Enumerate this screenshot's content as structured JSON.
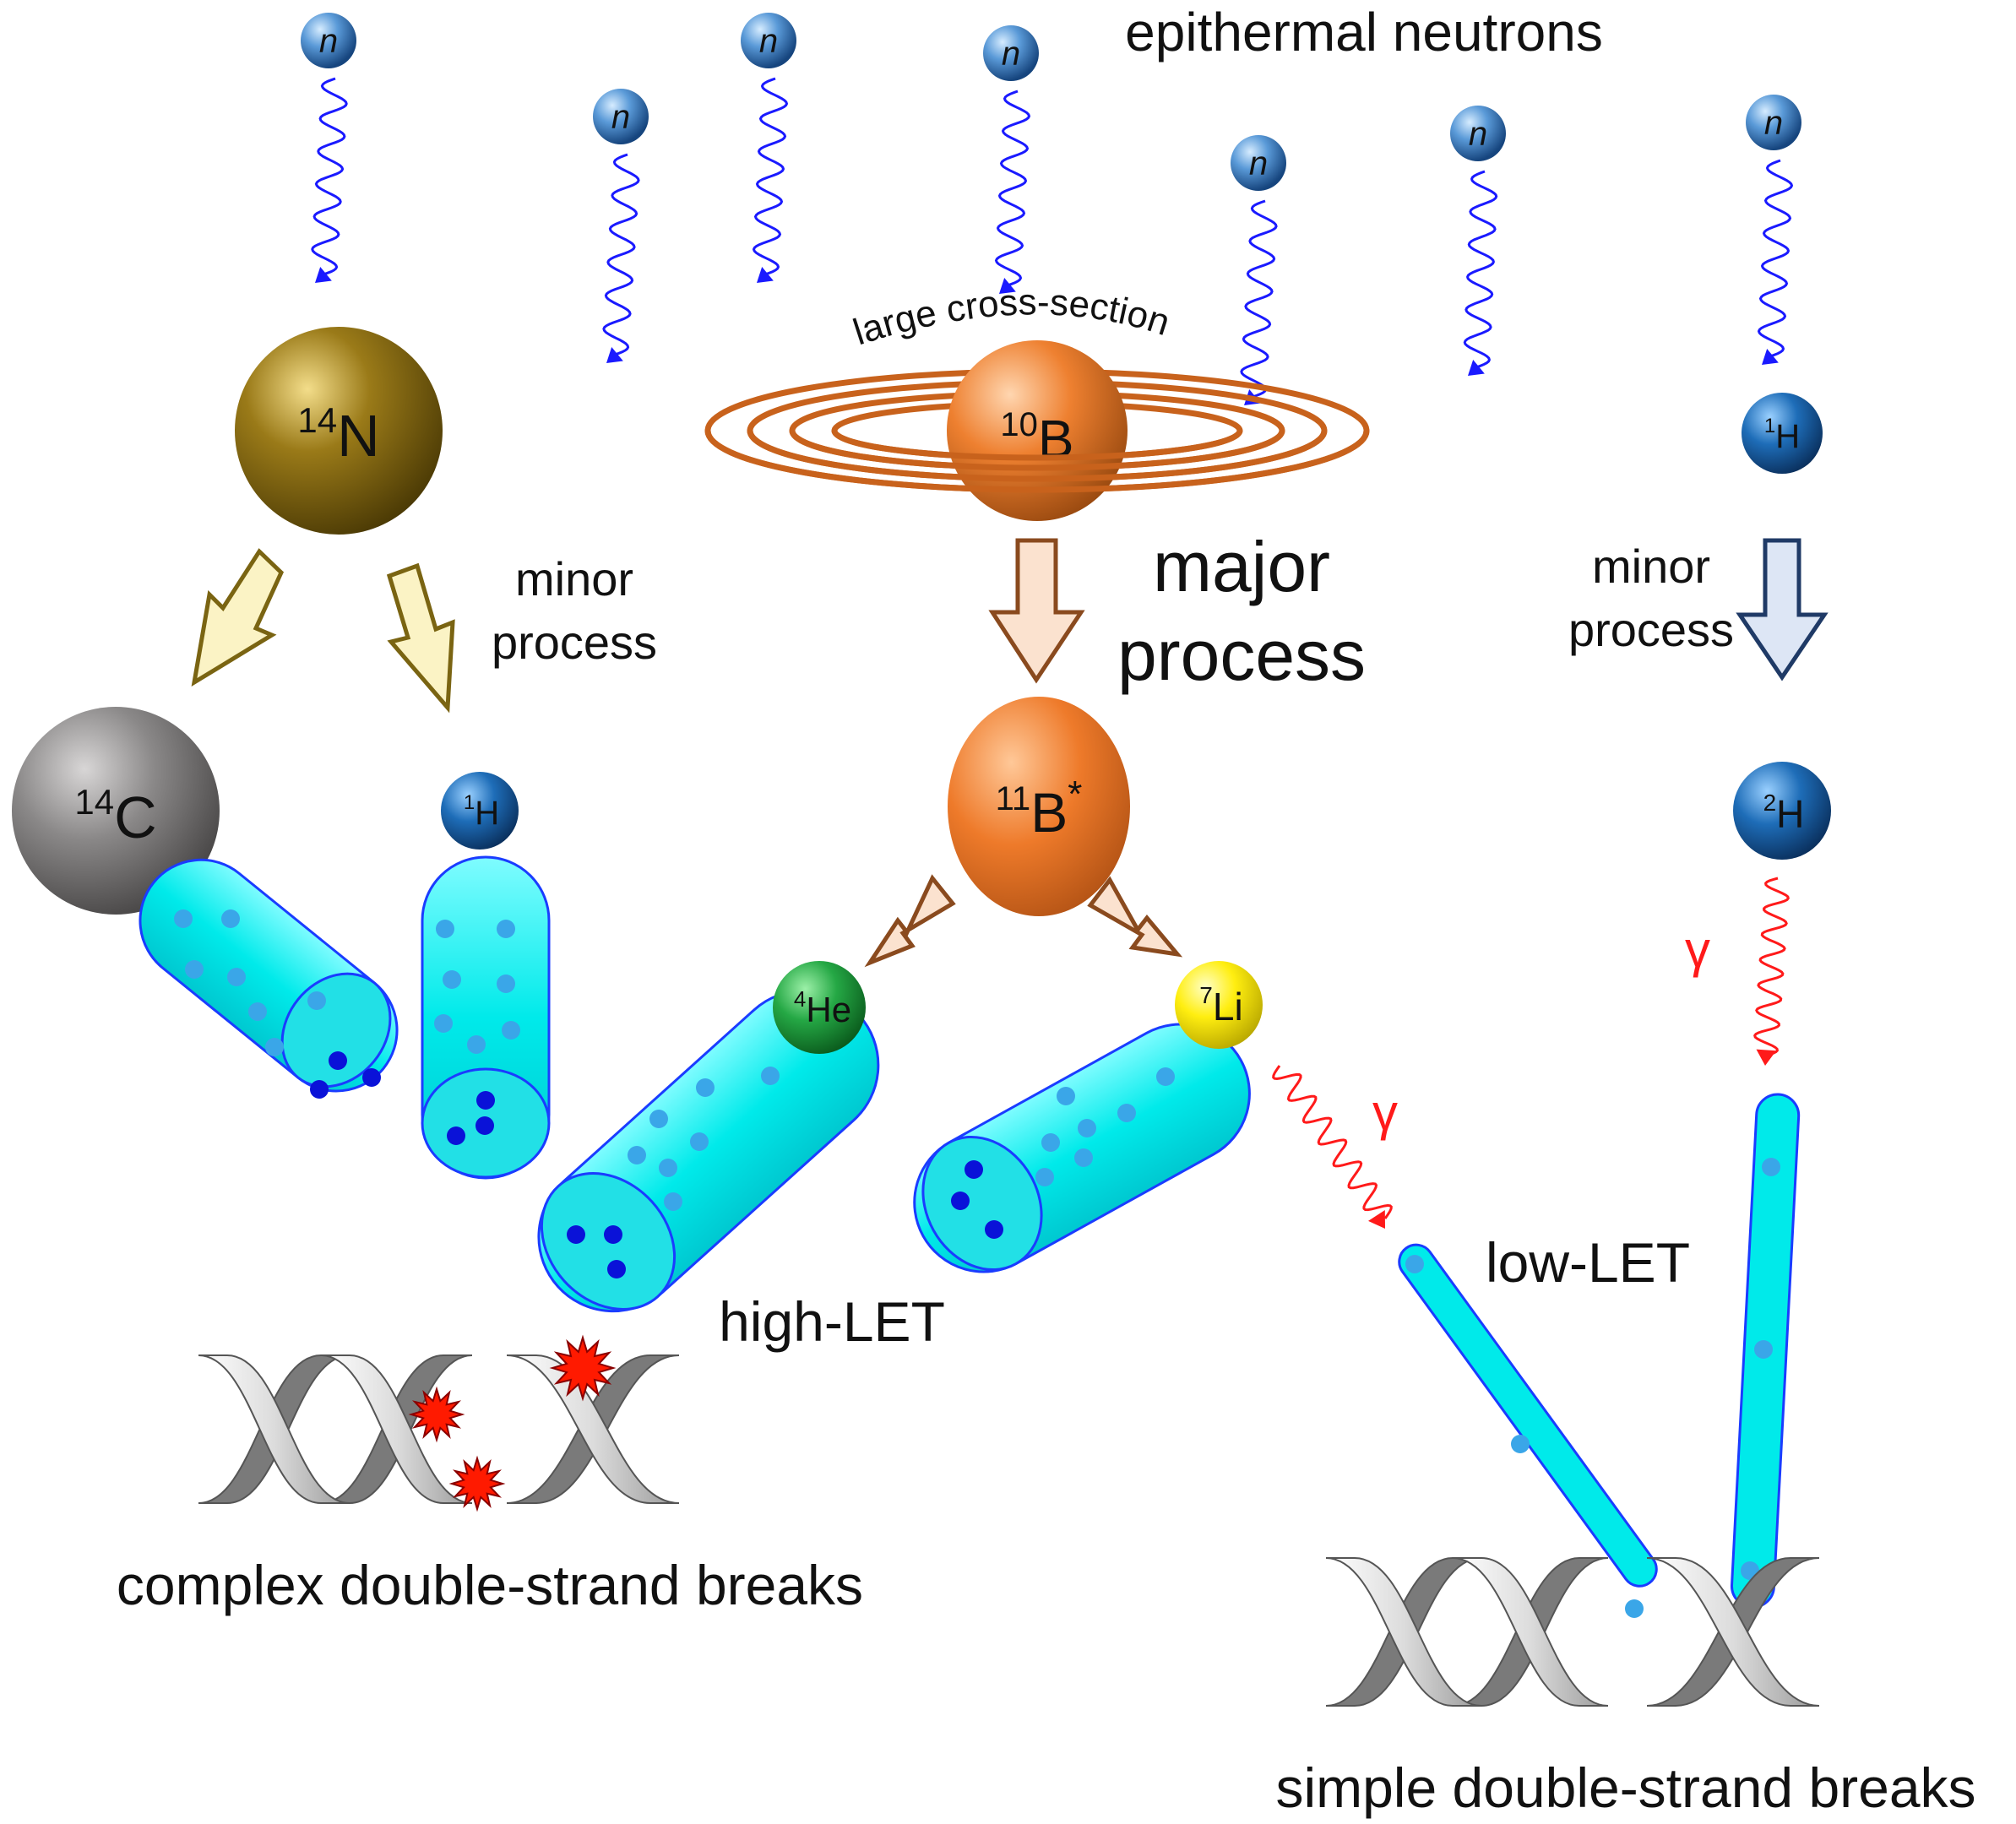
{
  "labels": {
    "epithermal": "epithermal neutrons",
    "cross_section": "large cross-section",
    "major_1": "major",
    "major_2": "process",
    "minor_left_1": "minor",
    "minor_left_2": "process",
    "minor_right_1": "minor",
    "minor_right_2": "process",
    "high_let": "high-LET",
    "low_let": "low-LET",
    "complex_dsb": "complex double-strand breaks",
    "simple_dsb": "simple double-strand breaks",
    "gamma_li": "γ",
    "gamma_h": "γ"
  },
  "neutron_symbol": "n",
  "nuclei": {
    "n14": {
      "mass": "14",
      "symbol": "N"
    },
    "b10": {
      "mass": "10",
      "symbol": "B"
    },
    "h1_target": {
      "mass": "1",
      "symbol": "H"
    },
    "c14": {
      "mass": "14",
      "symbol": "C"
    },
    "h1_product": {
      "mass": "1",
      "symbol": "H"
    },
    "b11": {
      "mass": "11",
      "symbol": "B",
      "excited": "*"
    },
    "he4": {
      "mass": "4",
      "symbol": "He"
    },
    "li7": {
      "mass": "7",
      "symbol": "Li"
    },
    "h2": {
      "mass": "2",
      "symbol": "H"
    }
  },
  "colors": {
    "neutron_arrow": "#1a1aff",
    "gamma": "#ff1a1a",
    "track_fill": "#00eeee",
    "track_stroke": "#1a3cff",
    "nitrogen": "#8a6c12",
    "boron": "#e87a2a",
    "carbon": "#7a7878",
    "hydrogen": "#1a5fa6",
    "helium": "#1f9a3a",
    "lithium": "#ffee00",
    "orbit": "#c8621c",
    "arrow_yellow": "#fbf3c5",
    "arrow_orange": "#fbe2cf",
    "arrow_blue": "#dde6f5",
    "break_star": "#ff1a00"
  }
}
